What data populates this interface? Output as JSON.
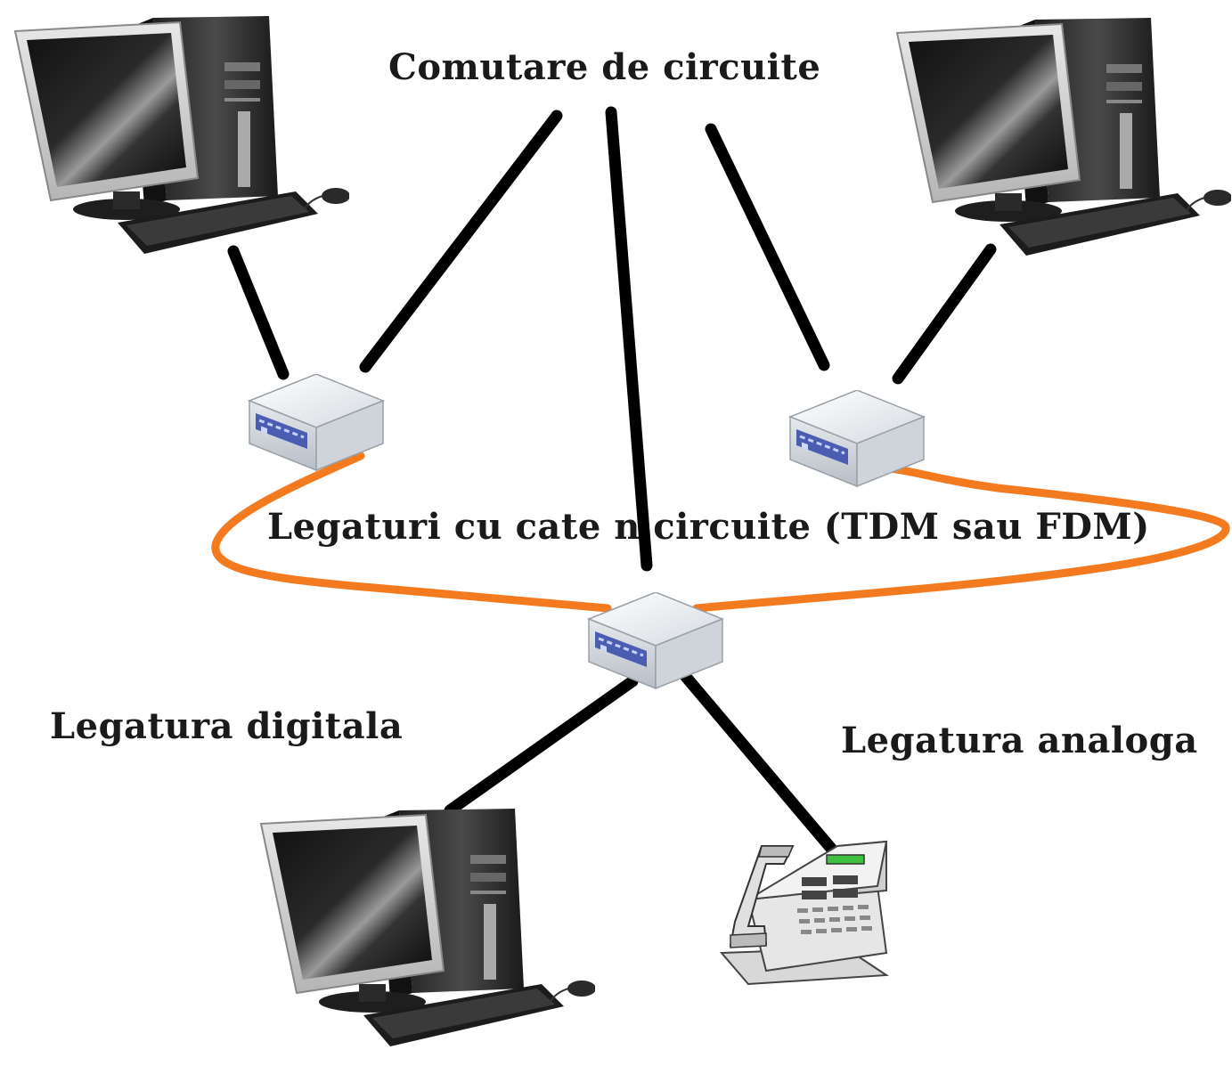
{
  "diagram": {
    "title": "Comutare de circuite",
    "links_label": "Legaturi cu cate n circuite (TDM sau FDM)",
    "digital_link_label": "Legatura digitala",
    "analog_link_label": "Legatura analoga"
  },
  "colors": {
    "black_link": "#000000",
    "orange_link": "#f47a20",
    "switch_body": "#e8ecf0",
    "switch_panel": "#4a5db0"
  },
  "icons": [
    "desktop-computer-icon",
    "switch-icon",
    "telephone-icon"
  ]
}
